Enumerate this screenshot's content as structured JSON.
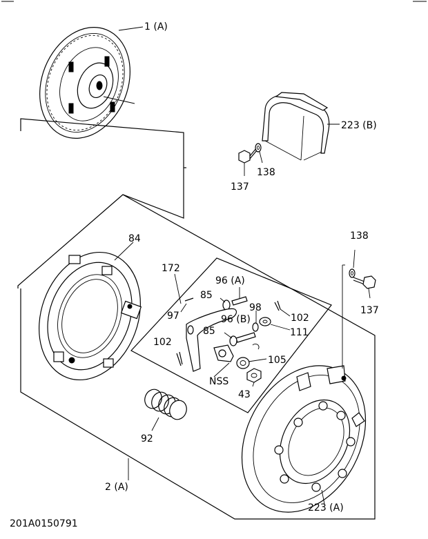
{
  "diagram_code": "201A0150791",
  "labels": {
    "disc": "1 (A)",
    "cover_b": "223 (B)",
    "washer_top": "138",
    "bolt_top": "137",
    "plate": "84",
    "lever_assy": "172",
    "pin_96a": "96 (A)",
    "pin_85_top": "85",
    "pin_97": "97",
    "pin_98": "98",
    "pin_102_right": "102",
    "washer_111": "111",
    "pin_96b": "96 (B)",
    "pin_85_mid": "85",
    "pin_102_left": "102",
    "nut_105": "105",
    "nss": "NSS",
    "nut_43": "43",
    "spring_92": "92",
    "clutch_assy": "2 (A)",
    "washer_right": "138",
    "bolt_right": "137",
    "cover_a": "223 (A)"
  }
}
